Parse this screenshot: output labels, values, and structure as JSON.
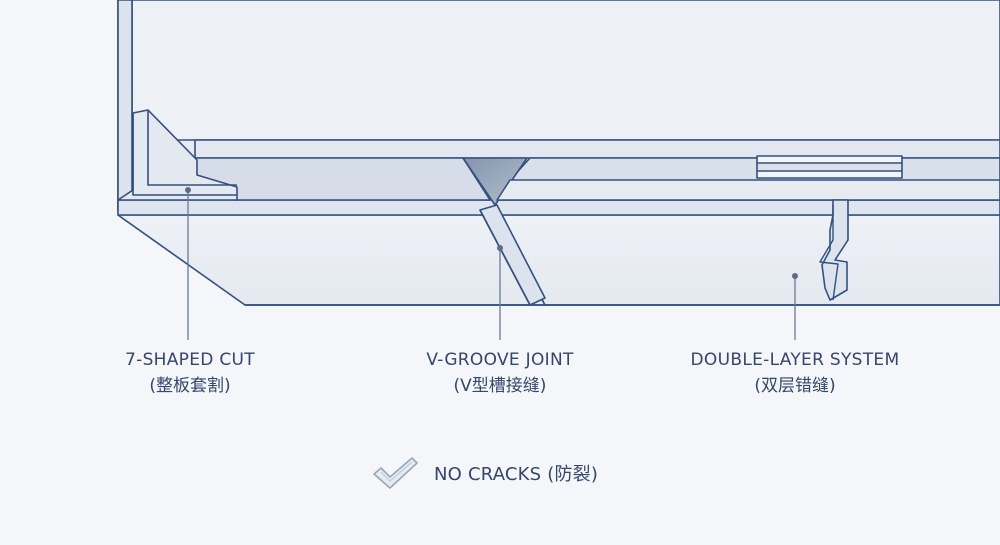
{
  "labels": {
    "cut": {
      "en": "7-SHAPED CUT",
      "zh": "(整板套割)"
    },
    "groove": {
      "en": "V-GROOVE JOINT",
      "zh": "(V型槽接缝)"
    },
    "double": {
      "en": "DOUBLE-LAYER SYSTEM",
      "zh": "(双层错缝)"
    }
  },
  "footer": {
    "text": "NO CRACKS (防裂)",
    "icon": "check-icon"
  },
  "colors": {
    "background": "#f4f6f9",
    "panel_fill": "#e9edf3",
    "panel_stroke": "#33507f",
    "groove_fill": "#9aa8bc",
    "text": "#34466a"
  }
}
